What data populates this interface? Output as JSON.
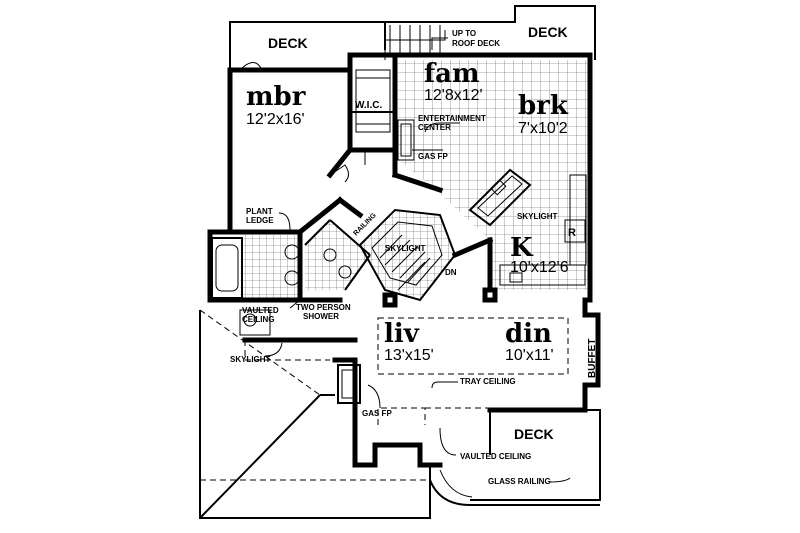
{
  "rooms": {
    "mbr": {
      "name": "mbr",
      "dim": "12'2x16'"
    },
    "fam": {
      "name": "fam",
      "dim": "12'8x12'"
    },
    "brk": {
      "name": "brk",
      "dim": "7'x10'2"
    },
    "k": {
      "name": "K",
      "dim": "10'x12'6"
    },
    "liv": {
      "name": "liv",
      "dim": "13'x15'"
    },
    "din": {
      "name": "din",
      "dim": "10'x11'"
    }
  },
  "labels": {
    "deck_top_left": "DECK",
    "deck_top_right": "DECK",
    "deck_bottom": "DECK",
    "up_to_roof_deck_1": "UP TO",
    "up_to_roof_deck_2": "ROOF DECK",
    "wic": "W.I.C.",
    "entertainment_center_1": "ENTERTAINMENT",
    "entertainment_center_2": "CENTER",
    "gas_fp_fam": "GAS FP",
    "gas_fp_liv": "GAS FP",
    "skylight_kitchen": "SKYLIGHT",
    "skylight_stair": "SKYLIGHT",
    "skylight_bath": "SKYLIGHT",
    "refrigerator": "R",
    "plant_ledge_1": "PLANT",
    "plant_ledge_2": "LEDGE",
    "railing": "RAILING",
    "dn": "DN",
    "vaulted_ceiling_bath_1": "VAULTED",
    "vaulted_ceiling_bath_2": "CEILING",
    "two_person_shower_1": "TWO PERSON",
    "two_person_shower_2": "SHOWER",
    "tray_ceiling": "TRAY CEILING",
    "buffet": "BUFFET",
    "vaulted_ceiling_liv": "VAULTED CEILING",
    "glass_railing": "GLASS RAILING"
  }
}
